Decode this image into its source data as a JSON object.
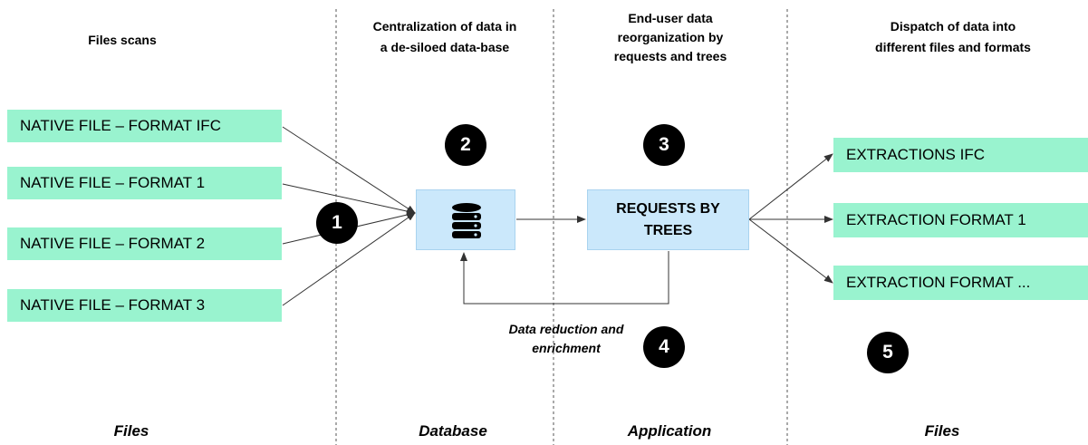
{
  "columns": {
    "col1": {
      "header": "Files scans",
      "footer": "Files"
    },
    "col2": {
      "header_line1": "Centralization of data in",
      "header_line2": "a de-siloed data-base",
      "footer": "Database"
    },
    "col3": {
      "header_line1": "End-user data",
      "header_line2": "reorganization by",
      "header_line3": "requests and trees",
      "footer": "Application"
    },
    "col4": {
      "header_line1": "Dispatch of data into",
      "header_line2": "different files and formats",
      "footer": "Files"
    }
  },
  "inputs": [
    {
      "label": "NATIVE FILE – FORMAT IFC"
    },
    {
      "label": "NATIVE FILE – FORMAT 1"
    },
    {
      "label": "NATIVE FILE – FORMAT 2"
    },
    {
      "label": "NATIVE FILE – FORMAT 3"
    }
  ],
  "database": {
    "icon": "database-icon"
  },
  "requests": {
    "line1": "REQUESTS BY",
    "line2": "TREES"
  },
  "outputs": [
    {
      "label": "EXTRACTIONS IFC"
    },
    {
      "label": "EXTRACTION FORMAT 1"
    },
    {
      "label": "EXTRACTION FORMAT ..."
    }
  ],
  "loop_note": {
    "line1": "Data reduction and",
    "line2": "enrichment"
  },
  "steps": [
    "1",
    "2",
    "3",
    "4",
    "5"
  ],
  "colors": {
    "file_box": "#99f3cf",
    "process_box": "#cbe8fb",
    "badge": "#000000",
    "line": "#333333"
  }
}
